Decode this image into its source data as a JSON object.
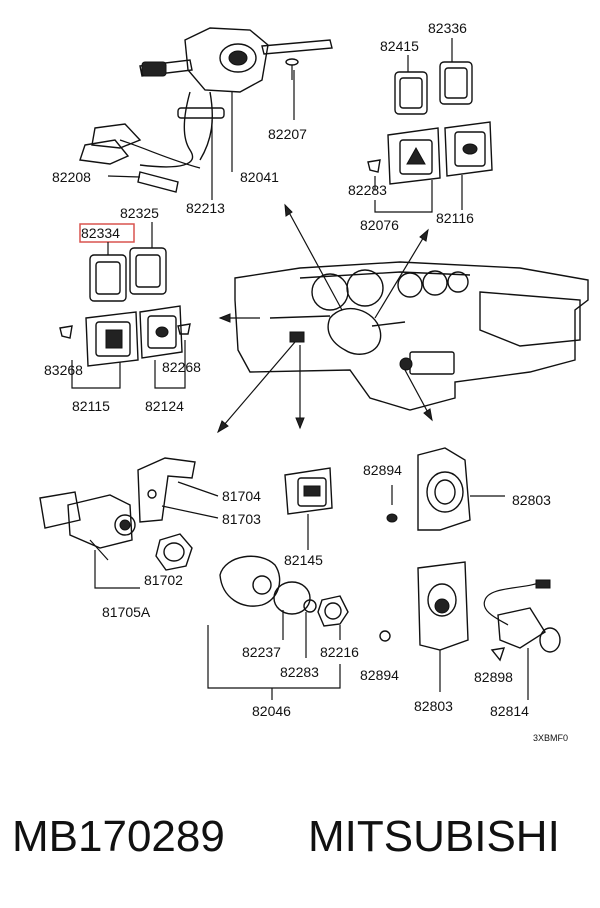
{
  "diagram": {
    "labels": {
      "p82336": "82336",
      "p82415": "82415",
      "p82207": "82207",
      "p82208": "82208",
      "p82041": "82041",
      "p82213": "82213",
      "p82283a": "82283",
      "p82076": "82076",
      "p82116": "82116",
      "p82325": "82325",
      "p82334": "82334",
      "p83268": "83268",
      "p82268": "82268",
      "p82115": "82115",
      "p82124": "82124",
      "p82894a": "82894",
      "p82803a": "82803",
      "p81704": "81704",
      "p81703": "81703",
      "p82145": "82145",
      "p81702": "81702",
      "p81705A": "81705A",
      "p82237": "82237",
      "p82216": "82216",
      "p82283b": "82283",
      "p82046": "82046",
      "p82894b": "82894",
      "p82898": "82898",
      "p82803b": "82803",
      "p82814": "82814",
      "code": "3XBMF0"
    },
    "highlight_color": "#d9534f"
  },
  "footer": {
    "part_number": "MB170289",
    "brand": "MITSUBISHI"
  }
}
